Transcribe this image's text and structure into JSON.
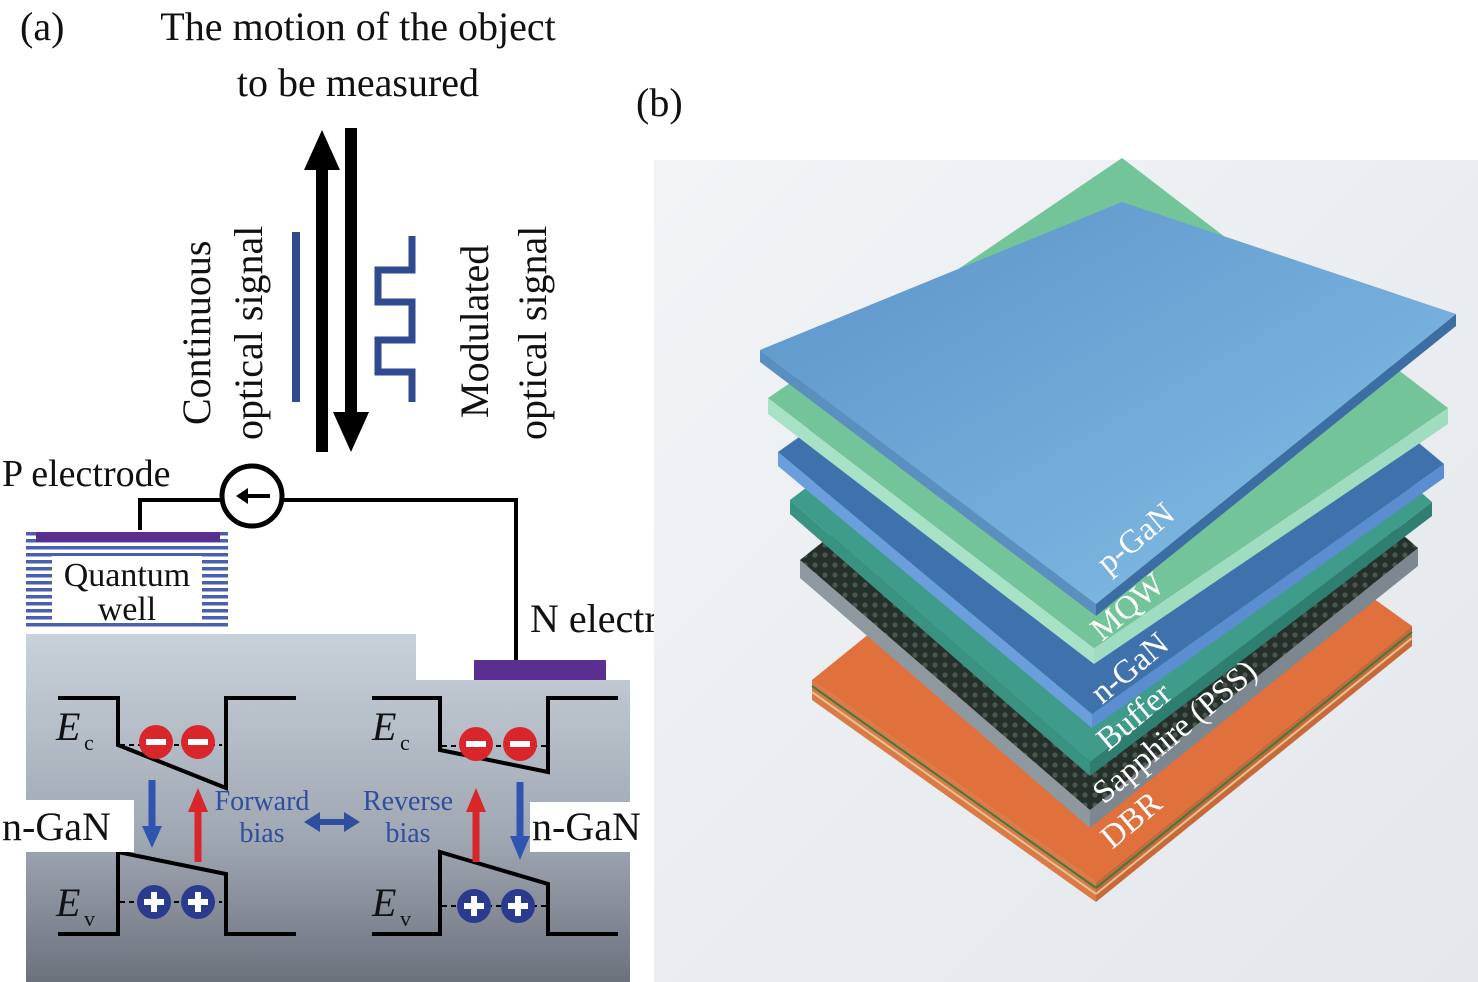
{
  "panel_a": {
    "label": "(a)",
    "title_line1": "The motion of the object",
    "title_line2": "to be measured",
    "continuous_line1": "Continuous",
    "continuous_line2": "optical signal",
    "modulated_line1": "Modulated",
    "modulated_line2": "optical signal",
    "p_electrode": "P electrode",
    "n_electrode": "N electrode",
    "quantum_line1": "Quantum",
    "quantum_line2": "well",
    "ec_symbol": "E",
    "ec_sub": "c",
    "ev_symbol": "E",
    "ev_sub": "v",
    "n_gan_left": "n-GaN",
    "n_gan_right": "n-GaN",
    "forward_line1": "Forward",
    "forward_line2": "bias",
    "reverse_line1": "Reverse",
    "reverse_line2": "bias",
    "minus": "−",
    "plus": "+"
  },
  "panel_b": {
    "label": "(b)",
    "layers": [
      {
        "name": "p-GaN",
        "color": "#6aa6d6"
      },
      {
        "name": "MQW",
        "color": "#74c49a"
      },
      {
        "name": "n-GaN",
        "color": "#3f72ad"
      },
      {
        "name": "Buffer",
        "color": "#3f9c8a"
      },
      {
        "name": "Sapphire (PSS)",
        "color": "#2d3a33"
      },
      {
        "name": "DBR",
        "color": "#e0703c"
      }
    ]
  },
  "colors": {
    "arrow_blue": "#2f55b0",
    "arrow_red": "#d8262a",
    "electrode": "#5a2f8f",
    "substrate_top": "#c3ccd6",
    "substrate_bottom": "#6a6f7a"
  }
}
